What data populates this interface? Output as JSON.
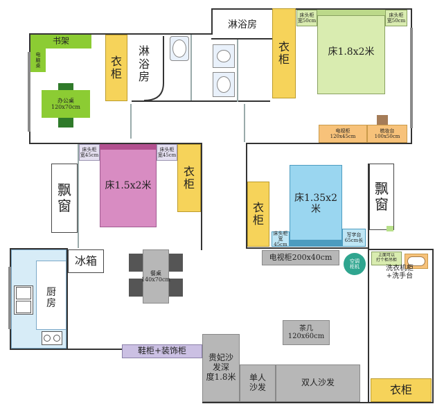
{
  "rooms": {
    "shower_top": "淋浴房",
    "shower_left": "淋\n浴\n房",
    "bay_window": "飘\n窗",
    "fridge": "冰箱",
    "kitchen": "厨\n房"
  },
  "furniture": {
    "bookshelf": "书架",
    "computer_desk": "电\n脑\n桌",
    "office_desk": "办公桌\n120x70cm",
    "wardrobe": "衣\n柜",
    "wardrobe_h": "衣柜",
    "bed_18": "床1.8x2米",
    "bedside_50": "床头柜\n宽50cm",
    "tv_cabinet_45": "电视柜\n120x45cm",
    "dresser": "梳妆台\n100x50cm",
    "bed_15": "床1.5x2米",
    "bedside_45": "床头柜\n宽45cm",
    "bed_135": "床1.35x2米",
    "desk_65": "写字台\n65cm长",
    "tv_cabinet_200": "电视柜200x40cm",
    "ac_unit": "空调\n柜机",
    "laundry_note": "上面可以\n打个柜吊柜",
    "washer_cabinet": "洗衣机柜\n+洗手台",
    "dining_table": "餐桌\n140x70cm",
    "coffee_table": "茶几\n120x60cm",
    "shoe_cabinet": "鞋柜+装饰柜",
    "chaise_sofa": "贵妃沙\n发深\n度1.8米",
    "single_sofa": "单人\n沙发",
    "double_sofa": "双人沙发"
  },
  "colors": {
    "wardrobe": "#f6d35a",
    "desk_green": "#8ccc33",
    "dark_green": "#2f7a2a",
    "bed_green": "#d9ecb0",
    "bed_pink": "#d88cc2",
    "bed_blue": "#9ad6f0",
    "orange": "#f7c27a",
    "lavender": "#e4dff0",
    "gray": "#b7b7b7",
    "purple": "#cbc0e3",
    "kitchen_blue": "#d7ecf7",
    "teal": "#2fa58f"
  }
}
